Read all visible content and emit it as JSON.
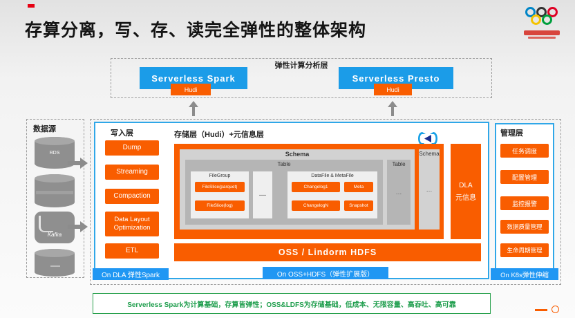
{
  "slide": {
    "title": "存算分离，写、存、读完全弹性的整体架构"
  },
  "compute_layer": {
    "label": "弹性计算分析层",
    "spark": "Serverless Spark",
    "spark_tag": "Hudi",
    "presto": "Serverless Presto",
    "presto_tag": "Hudi"
  },
  "datasource": {
    "label": "数据源",
    "cylinders": [
      "RDS",
      "",
      "Kafka",
      ""
    ]
  },
  "write_layer": {
    "label": "写入层",
    "steps": [
      "Dump",
      "Streaming",
      "Compaction",
      "Data Layout Optimization",
      "ETL"
    ],
    "footer": "On DLA 弹性Spark"
  },
  "storage_layer": {
    "header": "存储层（Hudi）+元信息层",
    "schema_label": "Schema",
    "table_label": "Table",
    "table2_label": "Table",
    "table2_dots": "…",
    "schema2_label": "Schema",
    "schema2_dots": "…",
    "filegroup": {
      "header": "FileGroup",
      "chips": [
        "FileSlice(parquet)",
        "FileSlice(log)"
      ]
    },
    "dots": "—",
    "files": {
      "header": "DataFile & MetaFile",
      "chips": [
        "Changelog1",
        "Meta",
        "ChangelogN",
        "Snapshot"
      ]
    },
    "meta_line1": "DLA",
    "meta_line2": "元信息",
    "oss_bar": "OSS / Lindorm HDFS",
    "oss_tag": "On OSS+HDFS（弹性扩展版）"
  },
  "management": {
    "label": "管理层",
    "items": [
      "任务调度",
      "配置管理",
      "监控报警",
      "数据质量管理",
      "生命周期管理"
    ],
    "footer": "On K8s弹性伸缩"
  },
  "note": "Serverless Spark为计算基础，存算皆弹性；OSS&LDFS为存储基础，低成本、无限容量、高吞吐、高可靠",
  "colors": {
    "orange": "#f95d00",
    "engine_blue": "#1b9ce8",
    "tag_blue": "#2097f3",
    "border_blue": "#2fa7e8",
    "green": "#27a04b",
    "gray": "#8f8f8f"
  }
}
